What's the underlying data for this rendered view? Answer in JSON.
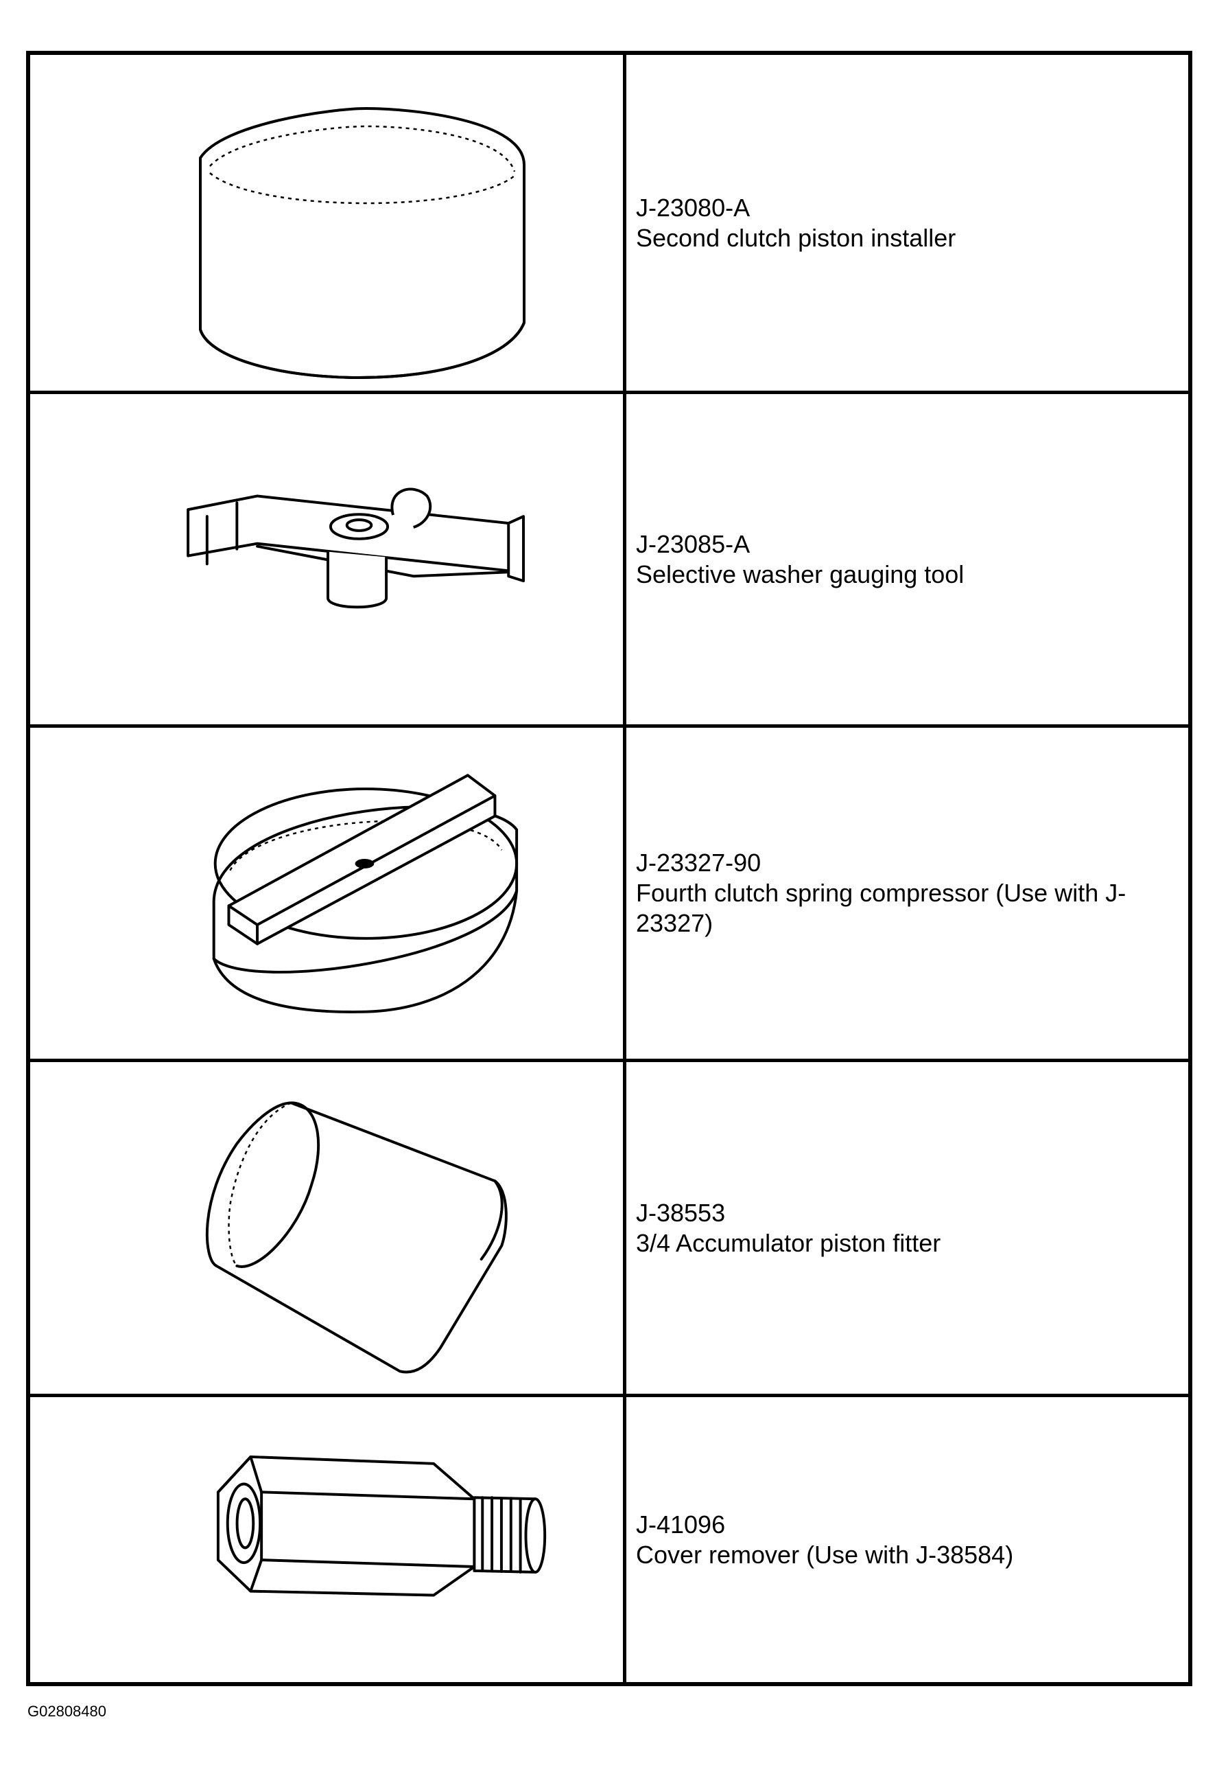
{
  "tools": [
    {
      "icon": "piston-installer-icon",
      "part_number": "J-23080-A",
      "description": "Second clutch piston installer"
    },
    {
      "icon": "gauging-tool-icon",
      "part_number": "J-23085-A",
      "description": "Selective washer gauging tool"
    },
    {
      "icon": "spring-compressor-icon",
      "part_number": "J-23327-90",
      "description": "Fourth clutch spring compressor (Use with J-",
      "description_cont": "23327)"
    },
    {
      "icon": "piston-fitter-icon",
      "part_number": "J-38553",
      "description": "3/4 Accumulator piston fitter"
    },
    {
      "icon": "cover-remover-icon",
      "part_number": "J-41096",
      "description": "Cover remover (Use with J-38584)"
    }
  ],
  "figure_code": "G02808480"
}
